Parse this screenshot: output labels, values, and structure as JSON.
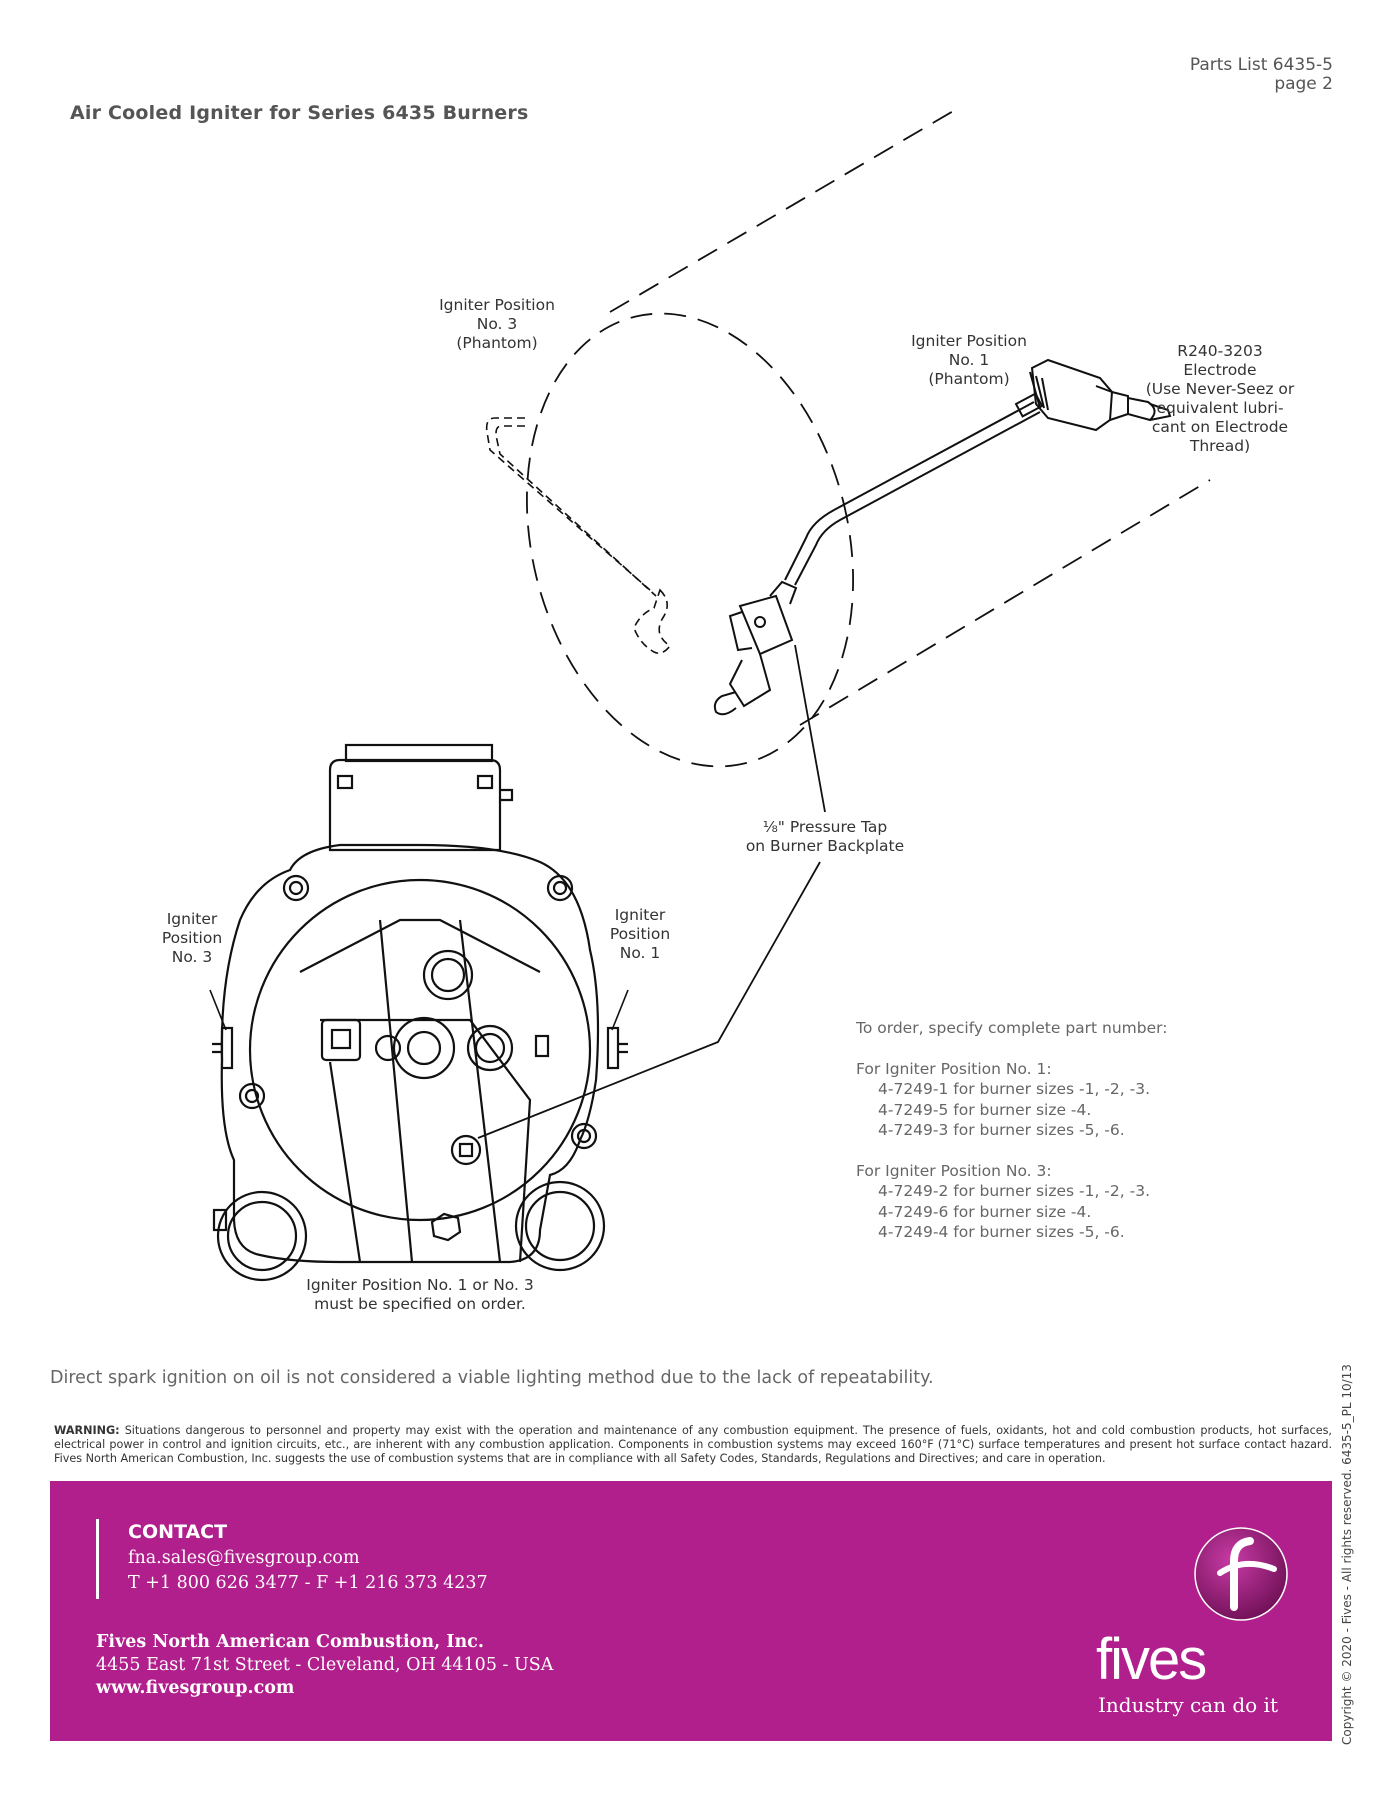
{
  "header": {
    "doc_number": "Parts List 6435-5",
    "page": "page 2",
    "title": "Air Cooled Igniter for Series 6435 Burners"
  },
  "drawing": {
    "callout_pos3_phantom": [
      "Igniter Position",
      "No. 3",
      "(Phantom)"
    ],
    "callout_pos1_phantom": [
      "Igniter Position",
      "No. 1",
      "(Phantom)"
    ],
    "callout_electrode": [
      "R240-3203",
      "Electrode",
      "(Use Never-Seez or",
      "equivalent lubri-",
      "cant on Electrode",
      "Thread)"
    ],
    "callout_pressure_tap": [
      "⅛\" Pressure Tap",
      "on Burner Backplate"
    ],
    "callout_pos3": [
      "Igniter",
      "Position",
      "No. 3"
    ],
    "callout_pos1": [
      "Igniter",
      "Position",
      "No. 1"
    ],
    "caption": [
      "Igniter Position No. 1 or No. 3",
      "must be specified on order."
    ]
  },
  "order_info": {
    "intro": "To order, specify complete part number:",
    "groups": [
      {
        "heading": "For Igniter Position No. 1:",
        "items": [
          "4-7249-1 for burner sizes -1, -2, -3.",
          "4-7249-5 for burner size -4.",
          "4-7249-3 for burner sizes -5, -6."
        ]
      },
      {
        "heading": "For Igniter Position No. 3:",
        "items": [
          "4-7249-2 for burner sizes -1, -2, -3.",
          "4-7249-6 for burner size -4.",
          "4-7249-4 for burner sizes -5, -6."
        ]
      }
    ]
  },
  "note": "Direct spark ignition on oil is not considered a viable lighting method due to the lack of repeatability.",
  "warning": {
    "label": "WARNING:",
    "text": "Situations dangerous to personnel and property may exist with the operation and maintenance of any combustion equipment. The presence of fuels, oxidants, hot and cold combustion products, hot surfaces, electrical power in control and ignition circuits, etc., are inherent with any combustion application. Components in combustion systems may exceed 160°F (71°C) surface temperatures and present hot surface contact hazard. Fives North American Combustion, Inc. suggests the use of combustion systems that are in compliance with all Safety Codes, Standards, Regulations and Directives; and care in operation."
  },
  "copyright": "Copyright © 2020 - Fives - All rights reserved. 6435-5_PL 10/13",
  "footer": {
    "contact_heading": "CONTACT",
    "email": "fna.sales@fivesgroup.com",
    "phone": "T +1 800 626 3477 - F +1 216 373 4237",
    "company": "Fives North American Combustion, Inc.",
    "address": "4455 East 71st Street - Cleveland, OH 44105 - USA",
    "website": "www.fivesgroup.com",
    "logo": "fives",
    "tagline": "Industry can do it",
    "colors": {
      "brand": "#b01f8c",
      "logo_circle": "#8e1670"
    }
  }
}
